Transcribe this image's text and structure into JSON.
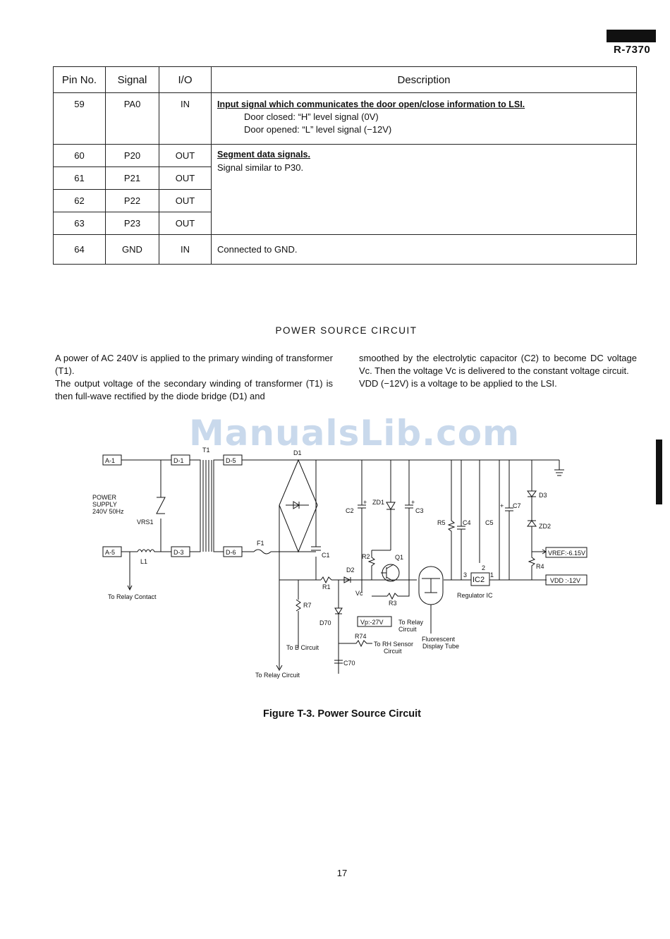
{
  "header": {
    "model": "R-7370"
  },
  "table": {
    "headers": [
      "Pin No.",
      "Signal",
      "I/O",
      "Description"
    ],
    "rows": [
      {
        "pin": "59",
        "signal": "PA0",
        "io": "IN"
      },
      {
        "pin": "60",
        "signal": "P20",
        "io": "OUT"
      },
      {
        "pin": "61",
        "signal": "P21",
        "io": "OUT"
      },
      {
        "pin": "62",
        "signal": "P22",
        "io": "OUT"
      },
      {
        "pin": "63",
        "signal": "P23",
        "io": "OUT"
      },
      {
        "pin": "64",
        "signal": "GND",
        "io": "IN"
      }
    ],
    "desc59_title": "Input signal which communicates the door open/close information to LSI.",
    "desc59_line1": "Door closed:  “H” level signal (0V)",
    "desc59_line2": "Door opened:  “L” level signal (−12V)",
    "desc60_title": "Segment data signals.",
    "desc60_line": "Signal similar to P30.",
    "desc64": "Connected to GND."
  },
  "section_title": "POWER SOURCE CIRCUIT",
  "paragraphs": {
    "left1": "A power of AC 240V is applied to the primary winding of transformer (T1).",
    "left2": "The output voltage of the secondary winding of transformer (T1) is then full-wave rectified by the diode bridge (D1) and",
    "right1": "smoothed by the electrolytic capacitor (C2) to become DC voltage Vc.  Then the voltage Vc is delivered to the constant voltage circuit.",
    "right2": "VDD (−12V) is a voltage to be applied to the LSI."
  },
  "watermark": "ManualsLib.com",
  "circuit": {
    "conn_a1": "A-1",
    "conn_a5": "A-5",
    "conn_d1": "D-1",
    "conn_d3": "D-3",
    "conn_d5": "D-5",
    "conn_d6": "D-6",
    "t1": "T1",
    "d1": "D1",
    "f1": "F1",
    "l1": "L1",
    "vrs1": "VRS1",
    "power1": "POWER",
    "power2": "SUPPLY",
    "power3": "240V 50Hz",
    "relay_contact": "To Relay Contact",
    "c1": "C1",
    "c2": "C2",
    "c3": "C3",
    "c4": "C4",
    "c5": "C5",
    "c7": "C7",
    "c70": "C70",
    "zd1": "ZD1",
    "zd2": "ZD2",
    "d2": "D2",
    "d3": "D3",
    "d70": "D70",
    "r1": "R1",
    "r2": "R2",
    "r3": "R3",
    "r4": "R4",
    "r5": "R5",
    "r7": "R7",
    "r74": "R74",
    "q1": "Q1",
    "vc": "Vc",
    "ic2": "IC2",
    "pin1": "1",
    "pin2": "2",
    "pin3": "3",
    "regulator": "Regulator IC",
    "vref": "VREF:-6.15V",
    "vdd": "VDD :-12V",
    "vp": "Vp:-27V",
    "to_relay_circuit1": "To Relay",
    "to_relay_circuit2": "Circuit",
    "to_b_circuit": "To B  Circuit",
    "to_rh1": "To RH Sensor",
    "to_rh2": "Circuit",
    "fluor1": "Fluorescent",
    "fluor2": "Display Tube",
    "to_relay_bottom": "To Relay Circuit",
    "plus": "+"
  },
  "caption": "Figure T-3.  Power Source Circuit",
  "page_number": "17"
}
